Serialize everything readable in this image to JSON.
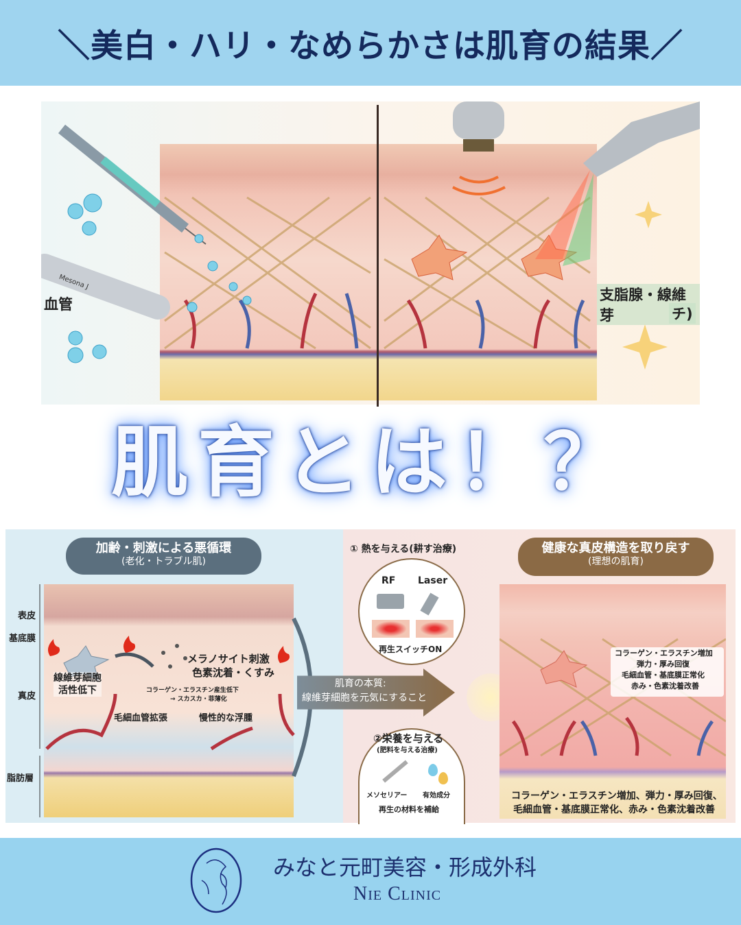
{
  "header": {
    "title": "＼美白・ハリ・なめらかさは肌育の結果／"
  },
  "top_illustration": {
    "pen_label": "Mesona J",
    "left_label": "血管",
    "right_label_line1": "支脂腺・線維芽",
    "right_label_line2": "チ)"
  },
  "headline": "肌育とは！？",
  "diagram": {
    "left": {
      "title": "加齢・刺激による悪循環",
      "subtitle": "(老化・トラブル肌)",
      "layers": [
        "表皮",
        "基底膜",
        "真皮",
        "脂肪層"
      ],
      "fibroblast": "線維芽細胞\n活性低下",
      "melanocyte_line1": "メラノサイト刺激",
      "melanocyte_line2": "色素沈着・くすみ",
      "collagen_line1": "コラーゲン・エラスチン産生低下",
      "collagen_line2": "→ スカスカ・菲薄化",
      "capillary": "毛細血管拡張",
      "edema": "慢性的な浮腫"
    },
    "arrow": {
      "line1": "肌育の本質:",
      "line2": "線維芽細胞を元気にすること"
    },
    "heat": {
      "title": "① 熱を与える(耕す治療)",
      "rf": "RF",
      "laser": "Laser",
      "caption": "再生スイッチON"
    },
    "nutrition": {
      "title": "②栄養を与える",
      "subtitle": "(肥料を与える治療)",
      "item1": "メソセリアー",
      "item2": "有効成分",
      "caption": "再生の材料を補給"
    },
    "right": {
      "title": "健康な真皮構造を取り戻す",
      "subtitle": "(理想の肌育)",
      "callout": [
        "コラーゲン・エラスチン増加",
        "弾力・厚み回復",
        "毛細血管・基底膜正常化",
        "赤み・色素沈着改善"
      ],
      "bottom_line1": "コラーゲン・エラスチン増加、弾力・厚み回復、",
      "bottom_line2": "毛細血管・基底膜正常化、赤み・色素沈着改善"
    }
  },
  "footer": {
    "clinic_name_jp": "みなと元町美容・形成外科",
    "clinic_name_en": "Nie Clinic"
  },
  "colors": {
    "header_bg": "#9fd4ef",
    "title_text": "#14295c",
    "footer_bg": "#98d3ef",
    "left_pill": "#5b6f7e",
    "right_pill": "#8b6a45"
  }
}
